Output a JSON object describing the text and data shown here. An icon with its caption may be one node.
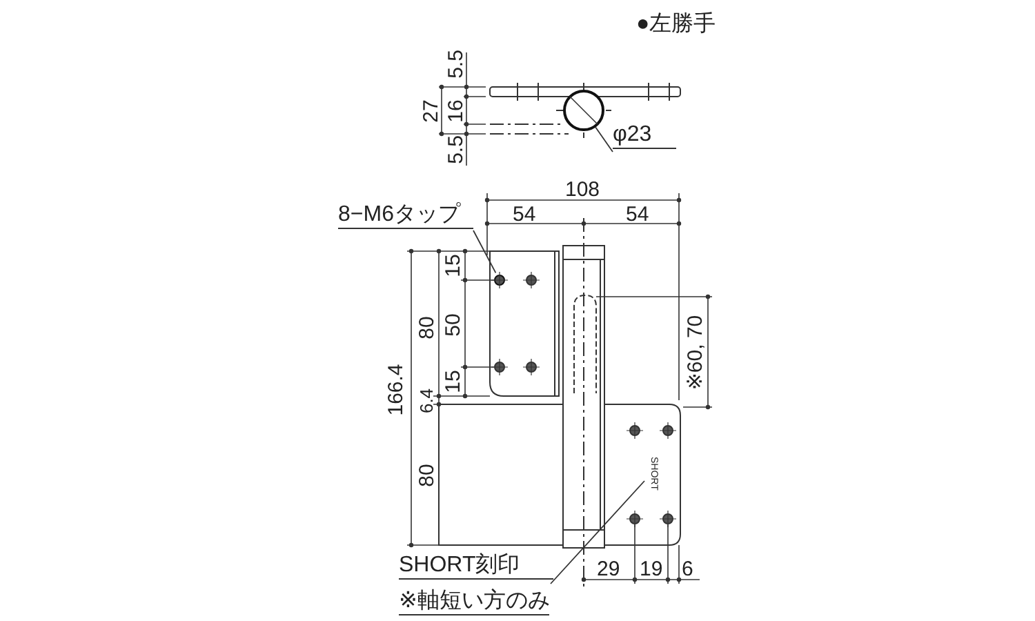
{
  "diagram": {
    "nodes": [
      {
        "text": [
          "8−M6タップ"
        ]
      },
      {
        "text": [],
        "shape": "circle"
      },
      {
        "text": [
          "φ23"
        ]
      },
      {
        "text": [],
        "shape": "circle"
      },
      {
        "text": [
          "SHORT刻印",
          "※軸短い方のみ"
        ]
      },
      {
        "text": [
          "SHORT"
        ]
      }
    ],
    "edges": [
      {
        "from": 0,
        "to": 1,
        "arrow": "none"
      },
      {
        "from": 2,
        "to": 3,
        "arrow": "none"
      },
      {
        "from": 4,
        "to": 5,
        "arrow": "none"
      }
    ],
    "labels": [
      "●左勝手",
      "5.5",
      "27",
      "16",
      "5.5",
      "108",
      "54",
      "54",
      "166.4",
      "80",
      "15",
      "50",
      "15",
      "6.4",
      "80",
      "※60, 70",
      "29",
      "19",
      "6"
    ]
  }
}
